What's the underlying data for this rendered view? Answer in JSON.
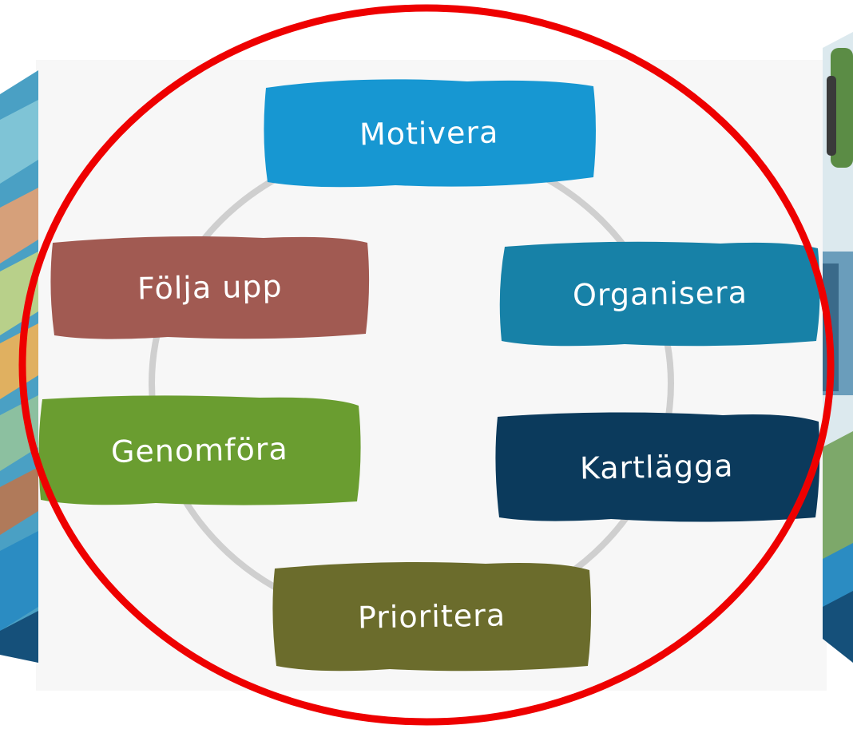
{
  "diagram": {
    "steps": [
      {
        "id": "motivera",
        "label": "Motivera",
        "color": "#1797d2"
      },
      {
        "id": "organisera",
        "label": "Organisera",
        "color": "#1781a7"
      },
      {
        "id": "kartlagga",
        "label": "Kartlägga",
        "color": "#0b3a5c"
      },
      {
        "id": "prioritera",
        "label": "Prioritera",
        "color": "#6b6c2c"
      },
      {
        "id": "genomfora",
        "label": "Genomföra",
        "color": "#6a9d30"
      },
      {
        "id": "folja-upp",
        "label": "Följa upp",
        "color": "#a15a52"
      }
    ],
    "ring_color": "#cfcfcf",
    "highlight_ellipse_color": "#ee0000",
    "background_color": "#f7f7f7"
  }
}
